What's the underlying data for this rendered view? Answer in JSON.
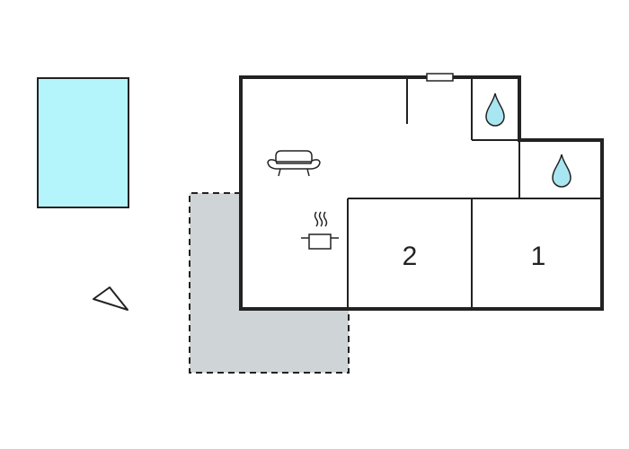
{
  "plan": {
    "rooms": [
      {
        "id": "bedroom-2",
        "label": "2"
      },
      {
        "id": "bedroom-1",
        "label": "1"
      }
    ],
    "icons": [
      {
        "name": "pool",
        "color": "#b3f5fb"
      },
      {
        "name": "terrace",
        "color": "#cfd4d6"
      },
      {
        "name": "sofa-icon"
      },
      {
        "name": "cooking-pot-icon"
      },
      {
        "name": "water-drop-icon",
        "count": 2,
        "color": "#a8e6f2"
      },
      {
        "name": "compass-triangle-icon"
      }
    ],
    "colors": {
      "wall": "#222222",
      "background": "#ffffff"
    }
  }
}
